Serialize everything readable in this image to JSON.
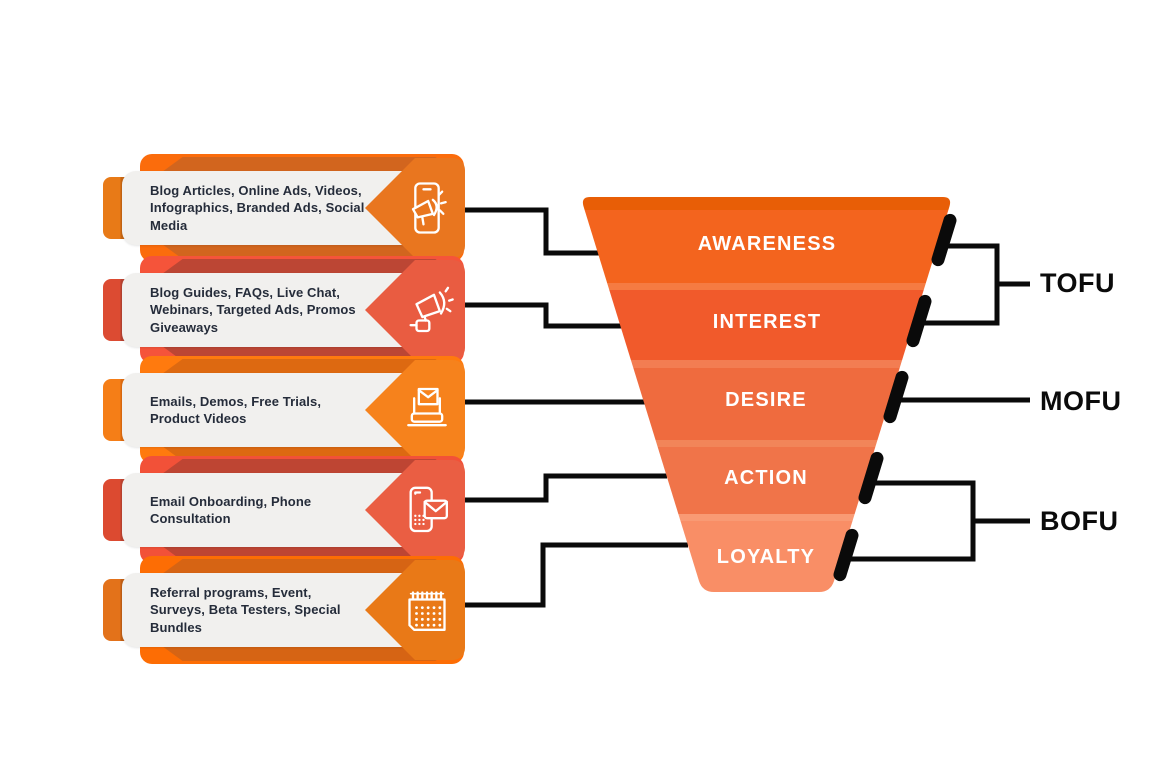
{
  "cards": [
    {
      "text": "Blog Articles, Online Ads, Videos, Infographics, Branded Ads, Social Media",
      "icon": "phone-megaphone-icon"
    },
    {
      "text": "Blog Guides, FAQs, Live Chat, Webinars, Targeted Ads, Promos Giveaways",
      "icon": "hand-megaphone-icon"
    },
    {
      "text": "Emails, Demos, Free Trials, Product Videos",
      "icon": "laptop-mail-icon"
    },
    {
      "text": "Email Onboarding, Phone Consultation",
      "icon": "phone-mail-icon"
    },
    {
      "text": "Referral programs, Event, Surveys, Beta Testers, Special Bundles",
      "icon": "calendar-icon"
    }
  ],
  "funnel": {
    "rim_color": "#E85E06",
    "stages": [
      {
        "label": "AWARENESS",
        "color": "#F3641E"
      },
      {
        "label": "INTEREST",
        "color": "#F15A2B"
      },
      {
        "label": "DESIRE",
        "color": "#EF6B3E"
      },
      {
        "label": "ACTION",
        "color": "#F07449"
      },
      {
        "label": "LOYALTY",
        "color": "#F98E66"
      }
    ]
  },
  "groups": [
    {
      "label": "TOFU"
    },
    {
      "label": "MOFU"
    },
    {
      "label": "BOFU"
    }
  ],
  "palette": {
    "card_orange_bright": "#FB6C0C",
    "card_orange_dark": "#D2651E",
    "card_tomato_bright": "#F5543A",
    "card_tomato_dark": "#BC4634",
    "plate_gray": "#F1F0EE",
    "text_dark": "#252C3A",
    "line_black": "#0A0A0A"
  }
}
